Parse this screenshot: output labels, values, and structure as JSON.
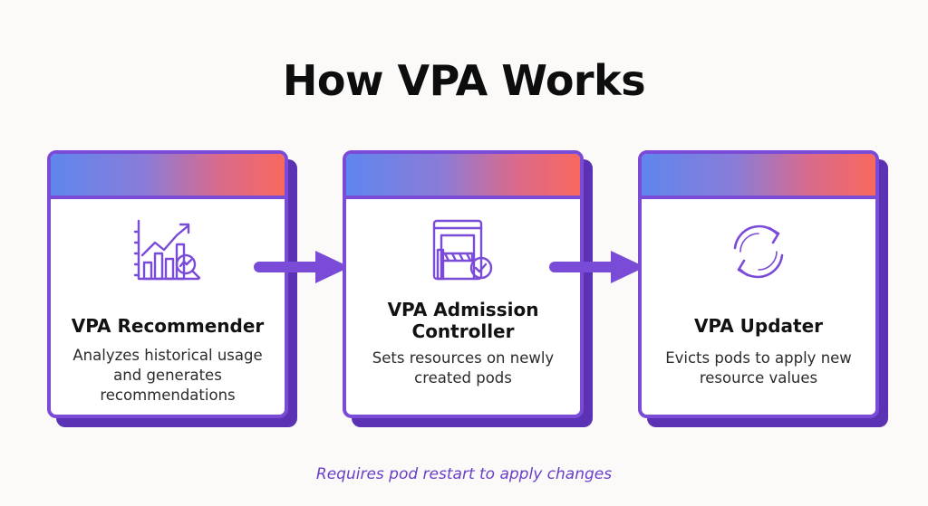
{
  "title": "How VPA Works",
  "steps": [
    {
      "icon": "chart-analytics-icon",
      "title_lines": [
        "VPA Recommender"
      ],
      "desc_lines": [
        "Analyzes historical usage",
        "and generates",
        "recommendations"
      ]
    },
    {
      "icon": "admission-gate-icon",
      "title_lines": [
        "VPA Admission",
        "Controller"
      ],
      "desc_lines": [
        "Sets resources on newly",
        "created pods"
      ]
    },
    {
      "icon": "refresh-cycle-icon",
      "title_lines": [
        "VPA Updater"
      ],
      "desc_lines": [
        "Evicts pods to apply new",
        "resource values"
      ]
    }
  ],
  "footnote": "Requires pod restart to apply changes",
  "colors": {
    "accent": "#7a4bd6",
    "shadow": "#5b32b3",
    "gradient_start": "#5f86ee",
    "gradient_end": "#f8685d",
    "footnote": "#6a3fc8"
  }
}
